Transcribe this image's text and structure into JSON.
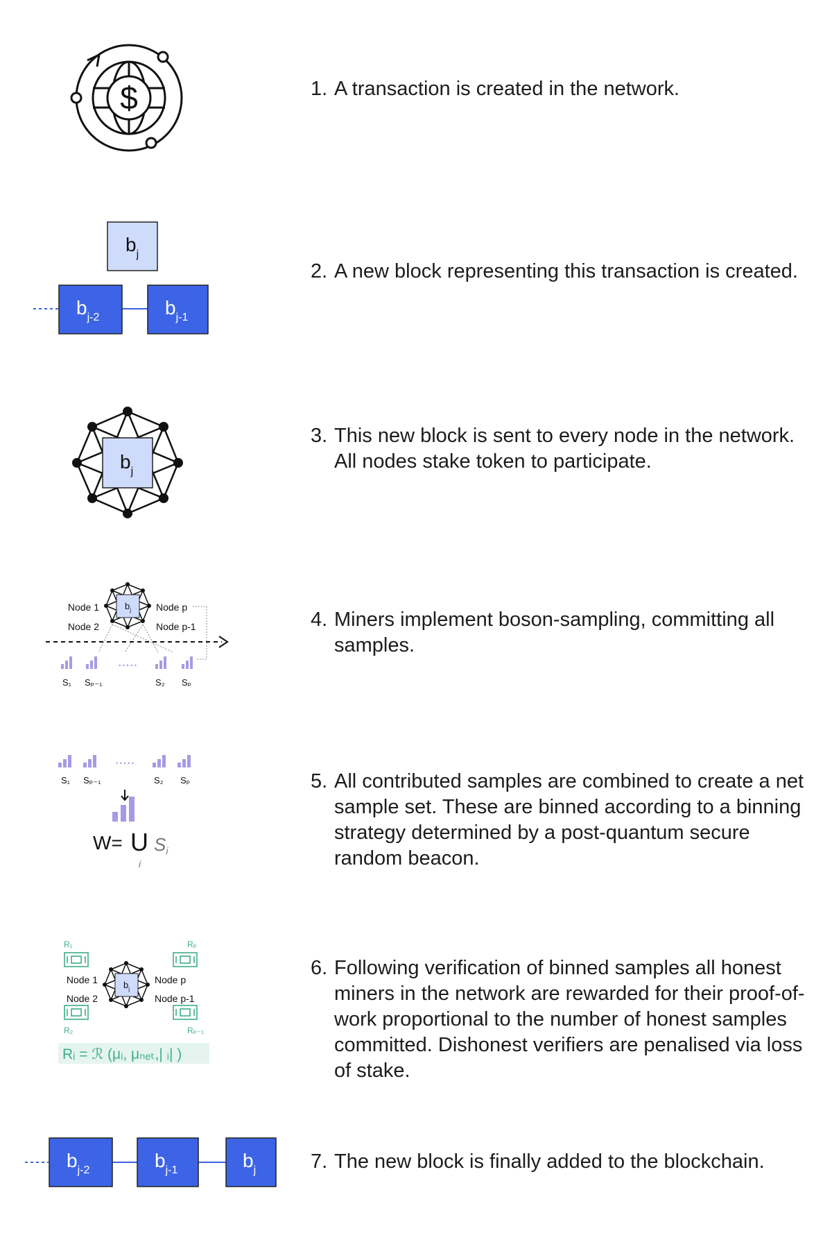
{
  "steps": [
    {
      "number": "1.",
      "text": "A transaction is created in the network."
    },
    {
      "number": "2.",
      "text": "A new block representing this transaction is created."
    },
    {
      "number": "3.",
      "text": "This new block is sent to every node in the network. All nodes stake token to participate."
    },
    {
      "number": "4.",
      "text": "Miners implement boson-sampling, committing all samples."
    },
    {
      "number": "5.",
      "text": "All contributed samples are combined to create a net sample set. These are binned according to a binning strategy determined by a post-quantum secure random beacon."
    },
    {
      "number": "6.",
      "text": "Following verification of binned samples all honest miners in the network are rewarded for their proof-of-work proportional to the number of honest samples committed. Dishonest verifiers are penalised via loss of stake."
    },
    {
      "number": "7.",
      "text": "The new block is finally added to the blockchain."
    }
  ],
  "blocks": {
    "b": "b",
    "sub_j": "j",
    "sub_j1": "j-1",
    "sub_j2": "j-2"
  },
  "icons": {
    "transaction": "globe-dollar-orbit-icon",
    "network": "octagon-network-icon",
    "histogram": "bar-chart-icon",
    "detector": "detector-icon"
  },
  "nodes": {
    "node1": "Node 1",
    "node2": "Node 2",
    "nodep": "Node p",
    "nodep1": "Node p-1"
  },
  "samples": {
    "s1": "S₁",
    "sp1": "Sₚ₋₁",
    "s2": "S₂",
    "sp": "Sₚ",
    "dots": "• • • • •"
  },
  "rewards": {
    "r1": "R₁",
    "r2": "R₂",
    "rp": "Rₚ",
    "rp1": "Rₚ₋₁",
    "formula": "Rᵢ = ℛ (μᵢ, μₙₑₜ,| ᵢ| )"
  },
  "union": {
    "w": "W=",
    "symbol": "U",
    "s": "S",
    "sub_i": "i",
    "under_i": "i"
  },
  "colors": {
    "block_blue": "#3d64e6",
    "block_light": "#cfdbfb",
    "histogram_purple": "#a59be5",
    "reward_teal": "#3fae87",
    "formula_bg": "#e6f4ef",
    "line_blue": "#3d64e6"
  }
}
